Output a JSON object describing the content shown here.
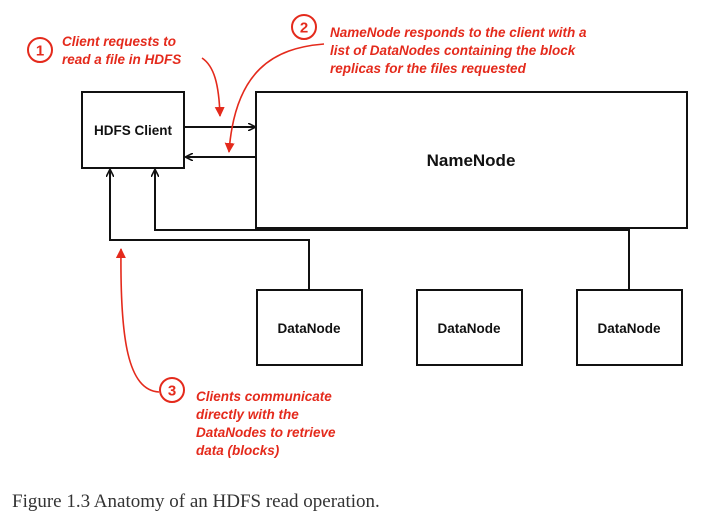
{
  "nodes": {
    "client": "HDFS Client",
    "namenode": "NameNode",
    "datanodes": [
      "DataNode",
      "DataNode",
      "DataNode"
    ]
  },
  "steps": [
    {
      "number": "1",
      "lines": [
        "Client requests to",
        "read a file in HDFS"
      ]
    },
    {
      "number": "2",
      "lines": [
        "NameNode responds to the client with a",
        "list of DataNodes containing the block",
        "replicas for the files requested"
      ]
    },
    {
      "number": "3",
      "lines": [
        "Clients communicate",
        "directly with the",
        "DataNodes to retrieve",
        "data (blocks)"
      ]
    }
  ],
  "caption": "Figure 1.3 Anatomy of an HDFS read operation.",
  "colors": {
    "accent": "#e42a1c",
    "line": "#111111",
    "caption": "#333333"
  }
}
